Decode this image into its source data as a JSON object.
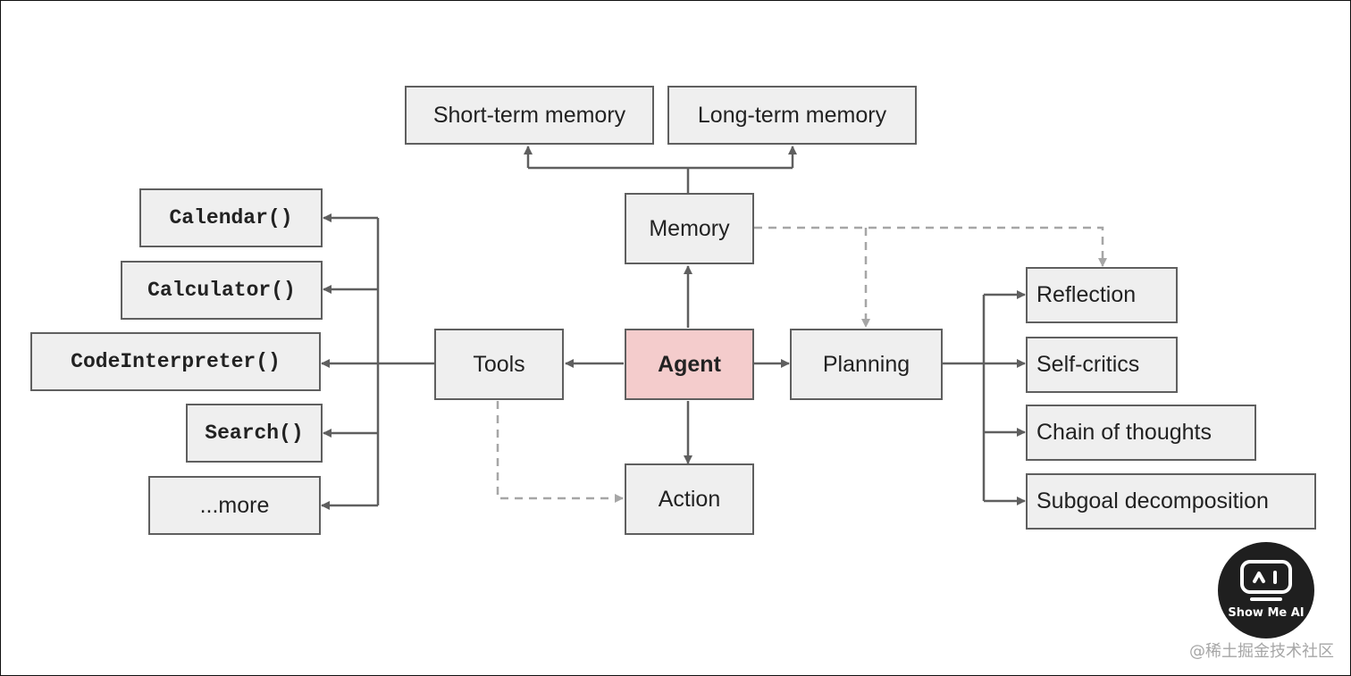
{
  "nodes": {
    "short_term_memory": "Short-term memory",
    "long_term_memory": "Long-term memory",
    "memory": "Memory",
    "agent": "Agent",
    "tools": "Tools",
    "planning": "Planning",
    "action": "Action",
    "calendar": "Calendar()",
    "calculator": "Calculator()",
    "code_interpreter": "CodeInterpreter()",
    "search": "Search()",
    "more": "...more",
    "reflection": "Reflection",
    "self_critics": "Self-critics",
    "chain_of_thoughts": "Chain of thoughts",
    "subgoal_decomposition": "Subgoal decomposition"
  },
  "branding": {
    "logo_text": "Show Me AI",
    "watermark": "@稀土掘金技术社区"
  },
  "colors": {
    "node_fill": "#efefef",
    "agent_fill": "#f4cccc",
    "solid_edge": "#5f5f5f",
    "dashed_edge": "#a6a6a6"
  }
}
